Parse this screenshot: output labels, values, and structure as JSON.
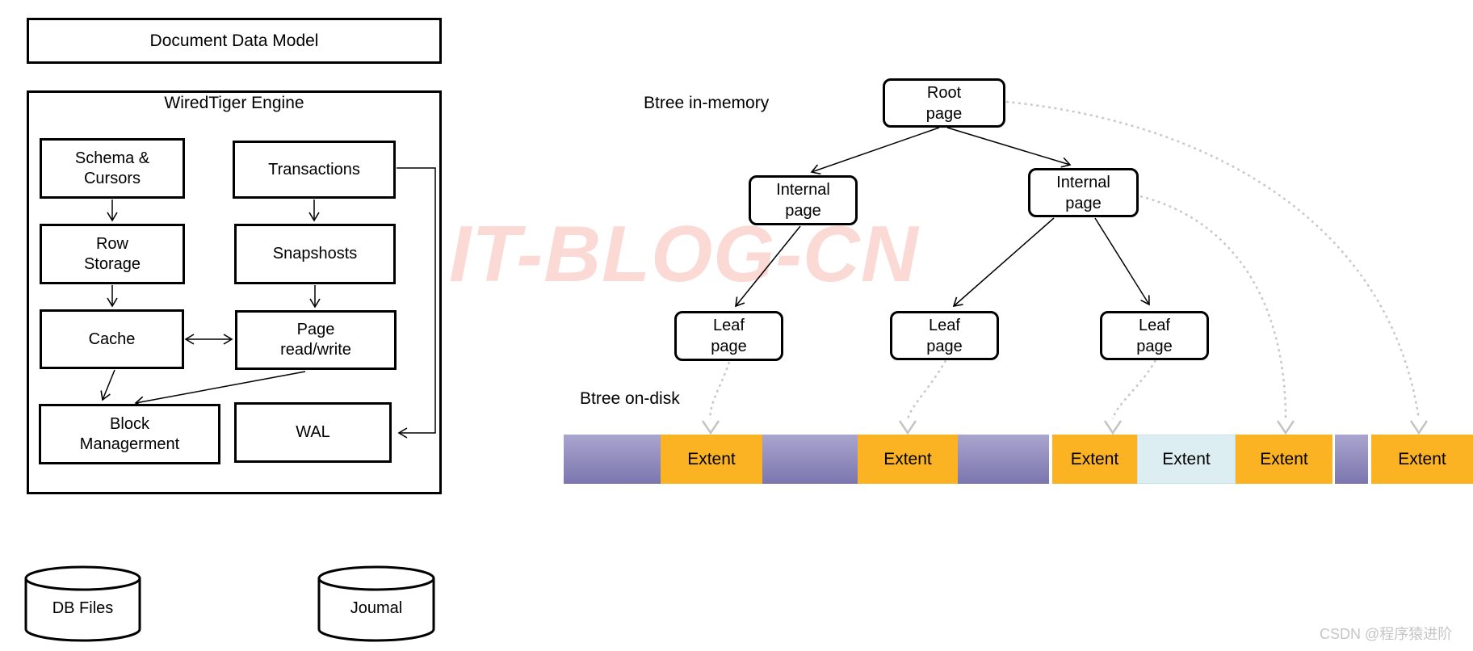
{
  "left": {
    "document_model": "Document Data Model",
    "engine_title": "WiredTiger Engine",
    "schema_cursors": "Schema &\nCursors",
    "transactions": "Transactions",
    "row_storage": "Row\nStorage",
    "snapshots": "Snapshosts",
    "cache": "Cache",
    "page_read_write": "Page\nread/write",
    "block_management": "Block\nManagerment",
    "wal": "WAL",
    "db_files": "DB Files",
    "journal": "Joumal"
  },
  "btree": {
    "in_memory_label": "Btree in-memory",
    "on_disk_label": "Btree on-disk",
    "root": "Root\npage",
    "internal_left": "Internal\npage",
    "internal_right": "Internal\npage",
    "leaf_left": "Leaf\npage",
    "leaf_middle": "Leaf\npage",
    "leaf_right": "Leaf\npage"
  },
  "disk_bar": {
    "segments": [
      {
        "type": "used",
        "label": ""
      },
      {
        "type": "extent",
        "label": "Extent"
      },
      {
        "type": "used",
        "label": ""
      },
      {
        "type": "extent",
        "label": "Extent"
      },
      {
        "type": "used",
        "label": ""
      },
      {
        "type": "extent",
        "label": "Extent"
      },
      {
        "type": "extent-free",
        "label": "Extent"
      },
      {
        "type": "extent",
        "label": "Extent"
      },
      {
        "type": "used",
        "label": ""
      },
      {
        "type": "extent",
        "label": "Extent"
      }
    ]
  },
  "watermark": "IT-BLOG-CN",
  "credit": "CSDN @程序猿进阶",
  "colors": {
    "purple_top": "#a9a5ce",
    "purple_bottom": "#7b76ae",
    "orange": "#fbb324",
    "light_blue": "#ddeef2",
    "watermark_pink": "#fbd9d4",
    "dotted_gray": "#c8c8c8",
    "credit_gray": "#c6c5c5"
  }
}
